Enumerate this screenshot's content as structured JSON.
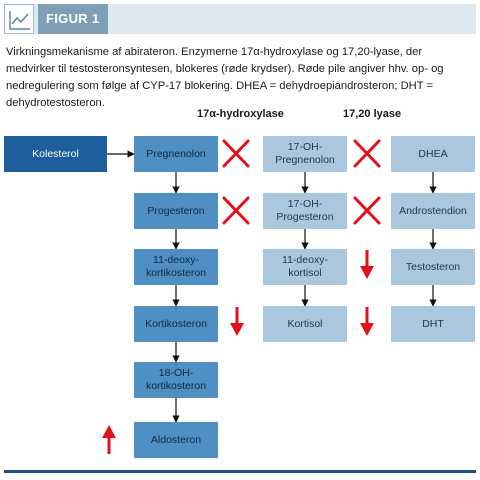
{
  "header": {
    "label": "FIGUR 1",
    "icon": "line-chart-icon"
  },
  "caption": "Virkningsmekanisme af abirateron. Enzymerne 17α-hydroxylase og 17,20-lyase, der medvirker til testosteronsyntesen, blokeres (røde krydser). Røde pile angiver hhv. op- og nedregulering som følge af CYP-17 blokering. DHEA = dehydroepiandrosteron; DHT = dehydrotestosteron.",
  "column_headers": {
    "hydroxylase": "17α-hydroxylase",
    "lyase": "17,20 lyase"
  },
  "nodes": {
    "kolesterol": "Kolesterol",
    "pregnenolon": "Pregnenolon",
    "progesteron": "Progesteron",
    "deoxykortikosteron": "11-deoxy-\nkortikosteron",
    "kortikosteron": "Kortikosteron",
    "oh_kortikosteron": "18-OH-\nkortikosteron",
    "aldosteron": "Aldosteron",
    "oh_pregnenolon": "17-OH-\nPregnenolon",
    "oh_progesteron": "17-OH-\nProgesteron",
    "deoxykortisol": "11-deoxy-\nkortisol",
    "kortisol": "Kortisol",
    "dhea": "DHEA",
    "androstendion": "Androstendion",
    "testosteron": "Testosteron",
    "dht": "DHT"
  },
  "colors": {
    "dark_box": "#1c5f9c",
    "mid_box": "#4f8fc4",
    "light_box": "#a9c7dd",
    "block_cross": "#e3101c",
    "regulation_arrow": "#e3101c",
    "flow_arrow": "#111111",
    "header_bar": "#dde8ef",
    "header_label": "#7f9fb6"
  },
  "legend_meaning": {
    "cross": "blocked",
    "red_arrow_up": "up-regulation",
    "red_arrow_down": "down-regulation"
  }
}
